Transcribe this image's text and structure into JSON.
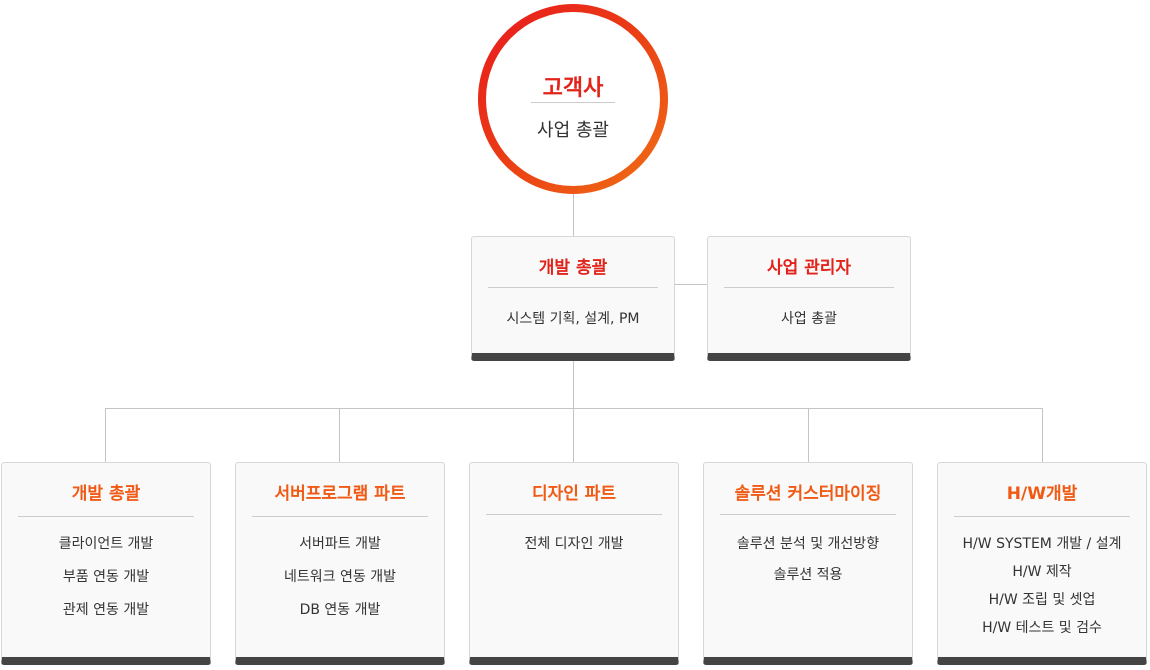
{
  "root": {
    "title": "고객사",
    "subtitle": "사업 총괄"
  },
  "level2": [
    {
      "title": "개발 총괄",
      "items": [
        "시스템 기획, 설계, PM"
      ]
    },
    {
      "title": "사업 관리자",
      "items": [
        "사업 총괄"
      ]
    }
  ],
  "level3": [
    {
      "title": "개발 총괄",
      "items": [
        "클라이언트 개발",
        "부품 연동 개발",
        "관제 연동 개발"
      ]
    },
    {
      "title": "서버프로그램 파트",
      "items": [
        "서버파트 개발",
        "네트워크 연동 개발",
        "DB 연동 개발"
      ]
    },
    {
      "title": "디자인 파트",
      "items": [
        "전체 디자인 개발"
      ]
    },
    {
      "title": "솔루션 커스터마이징",
      "items": [
        "솔루션 분석 및 개선방향",
        "솔루션 적용"
      ]
    },
    {
      "title": "H/W개발",
      "items": [
        "H/W SYSTEM 개발 / 설계",
        "H/W 제작",
        "H/W 조립 및 셋업",
        "H/W 테스트 및 검수"
      ]
    }
  ],
  "colors": {
    "accent_red": "#e2231a",
    "accent_orange": "#f05a14",
    "footer_bar": "#444444",
    "connector": "#c4c4c4"
  }
}
